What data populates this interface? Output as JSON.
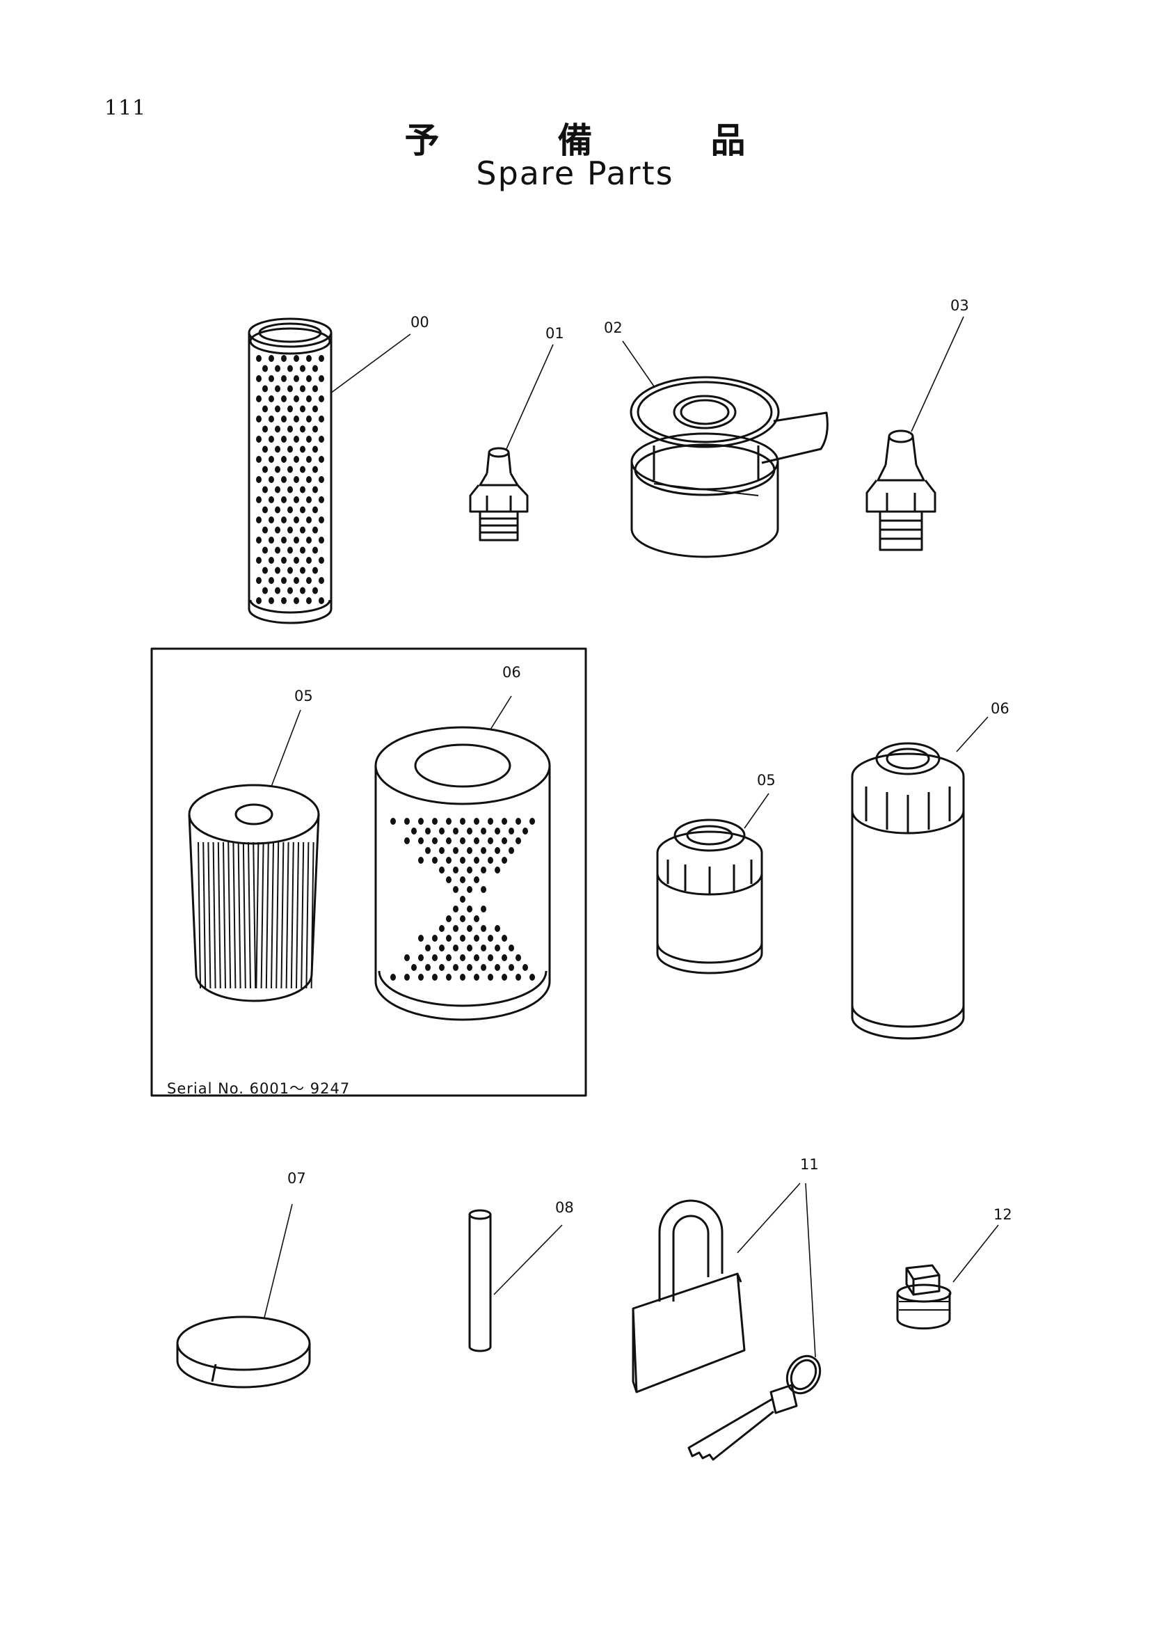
{
  "page_number": "111",
  "title_jp": "予　備　品",
  "title_en": "Spare Parts",
  "serial_note": "Serial No. 6001〜 9247",
  "callouts": [
    {
      "id": "c00",
      "label": "00"
    },
    {
      "id": "c01",
      "label": "01"
    },
    {
      "id": "c02",
      "label": "02"
    },
    {
      "id": "c03",
      "label": "03"
    },
    {
      "id": "c05a",
      "label": "05"
    },
    {
      "id": "c06a",
      "label": "06"
    },
    {
      "id": "c05b",
      "label": "05"
    },
    {
      "id": "c06b",
      "label": "06"
    },
    {
      "id": "c07",
      "label": "07"
    },
    {
      "id": "c08",
      "label": "08"
    },
    {
      "id": "c11",
      "label": "11"
    },
    {
      "id": "c12",
      "label": "12"
    }
  ]
}
